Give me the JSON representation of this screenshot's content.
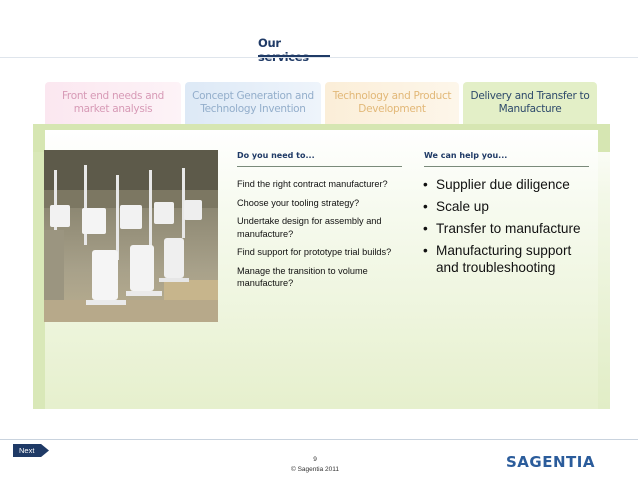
{
  "header": {
    "title": "Our services"
  },
  "tabs": [
    {
      "label": "Front end needs and market analysis"
    },
    {
      "label": "Concept Generation and Technology Invention"
    },
    {
      "label": "Technology and Product Development"
    },
    {
      "label": "Delivery and Transfer to Manufacture"
    }
  ],
  "content": {
    "needs_header": "Do you need to...",
    "help_header": "We can help you...",
    "needs": [
      "Find the right contract manufacturer?",
      "Choose your tooling strategy?",
      "Undertake design for assembly and manufacture?",
      "Find support for prototype trial builds?",
      "Manage the transition to volume manufacture?"
    ],
    "help": [
      "Supplier due diligence",
      "Scale up",
      "Transfer to manufacture",
      "Manufacturing support and troubleshooting"
    ]
  },
  "footer": {
    "next_label": "Next",
    "page_number": "9",
    "copyright": "© Sagentia 2011",
    "logo": "SAGENTIA"
  },
  "colors": {
    "navy": "#1f3a66",
    "active_tab": "#e3efc7",
    "panel_green": "#e1edc6",
    "logo_blue": "#2b5c9b"
  },
  "icons": {
    "next": "arrow-right-icon"
  }
}
